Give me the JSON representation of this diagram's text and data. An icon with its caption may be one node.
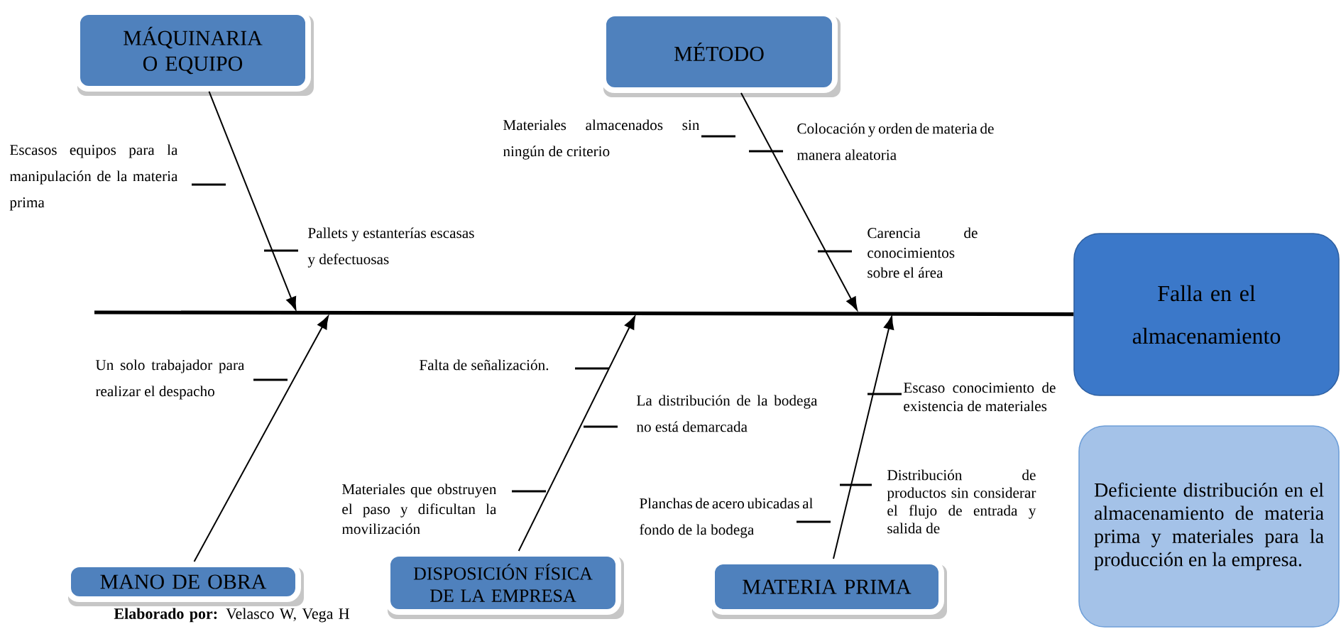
{
  "diagram": {
    "nodes": [
      {
        "text": [
          "MÁQUINARIA O EQUIPO"
        ]
      },
      {
        "text": [
          "MÉTODO"
        ]
      },
      {
        "text": [
          "MANO DE OBRA"
        ]
      },
      {
        "text": [
          "DISPOSICIÓN FÍSICA DE LA EMPRESA"
        ]
      },
      {
        "text": [
          "MATERIA PRIMA"
        ]
      },
      {
        "text": [
          "Falla en el almacenamiento"
        ]
      },
      {
        "text": [
          "Deficiente distribución en el almacenamiento de materia prima y materiales para la producción en la empresa."
        ]
      }
    ],
    "edges": [
      {
        "from": 0,
        "to": null,
        "arrow": "to"
      },
      {
        "from": 1,
        "to": null,
        "arrow": "to"
      },
      {
        "from": 2,
        "to": null,
        "arrow": "to"
      },
      {
        "from": 3,
        "to": null,
        "arrow": "to"
      },
      {
        "from": 4,
        "to": null,
        "arrow": "to"
      },
      {
        "from": null,
        "to": 5,
        "arrow": "none",
        "style": "thick"
      }
    ],
    "labels": [
      "Escasos equipos para la manipulación de la materia prima",
      "Materiales almacenados sin ningún de criterio",
      "Colocación y orden de materia de manera aleatoria",
      "Pallets y estanterías escasas y defectuosas",
      "Carencia de conocimientos sobre el área",
      "Un solo trabajador para realizar el despacho",
      "Falta de señalización.",
      "Escaso conocimiento de existencia de materiales",
      "La distribución de la bodega no está demarcada",
      "Materiales que obstruyen el paso y dificultan la movilización",
      "Planchas de acero ubicadas al fondo de la bodega",
      "Distribución de productos sin considerar el flujo de entrada y salida de",
      "**Elaborado por:** Velasco W, Vega H"
    ]
  }
}
